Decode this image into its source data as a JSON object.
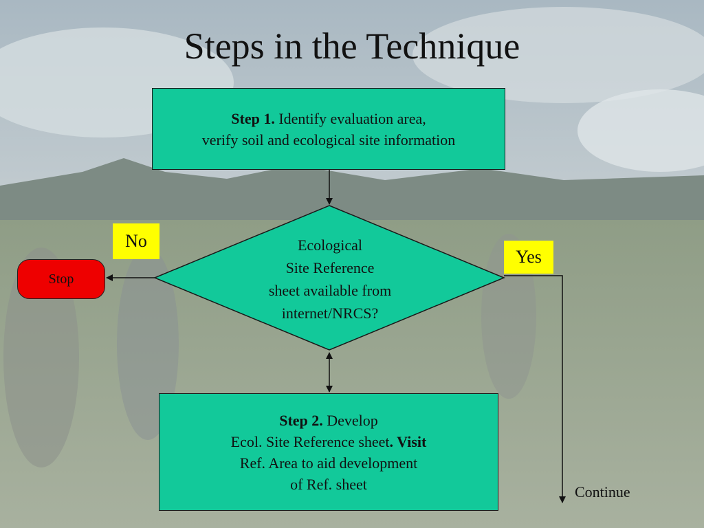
{
  "title": "Steps in the Technique",
  "step1": {
    "bold": "Step 1.",
    "line1": " Identify evaluation area,",
    "line2": "verify soil and ecological site information"
  },
  "decision": {
    "line1": "Ecological",
    "line2": "Site Reference",
    "line3": "sheet available from",
    "line4": "internet/NRCS?"
  },
  "no_label": "No",
  "yes_label": "Yes",
  "stop_label": "Stop",
  "step2": {
    "bold": "Step 2.",
    "line1": " Develop",
    "line2a": "Ecol. Site Reference sheet",
    "line2b": ". Visit",
    "line3": "Ref. Area to aid development",
    "line4": "of Ref. sheet"
  },
  "continue_label": "Continue",
  "colors": {
    "box_fill": "#12c99a",
    "label_fill": "#ffff00",
    "stop_fill": "#ee0000"
  }
}
